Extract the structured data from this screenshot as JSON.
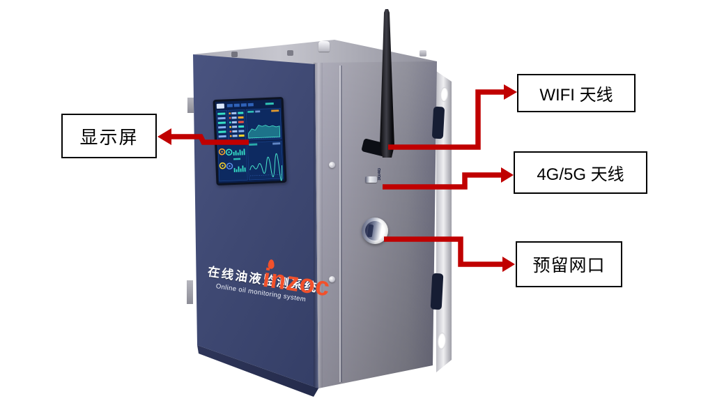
{
  "colors": {
    "callout": "#c00000",
    "box_border": "#000000",
    "device_navy": "#3f4973",
    "device_side": "#93929f",
    "logo_orange": "#f2512b"
  },
  "device": {
    "logo": "inzoc",
    "name_cn": "在线油液监测系统",
    "name_en": "Online oil monitoring system",
    "side_marking": "3G/4G"
  },
  "callouts": {
    "display": {
      "label": "显示屏"
    },
    "wifi": {
      "label": "WIFI 天线"
    },
    "cellular": {
      "label": "4G/5G 天线"
    },
    "port": {
      "label": "预留网口"
    }
  }
}
